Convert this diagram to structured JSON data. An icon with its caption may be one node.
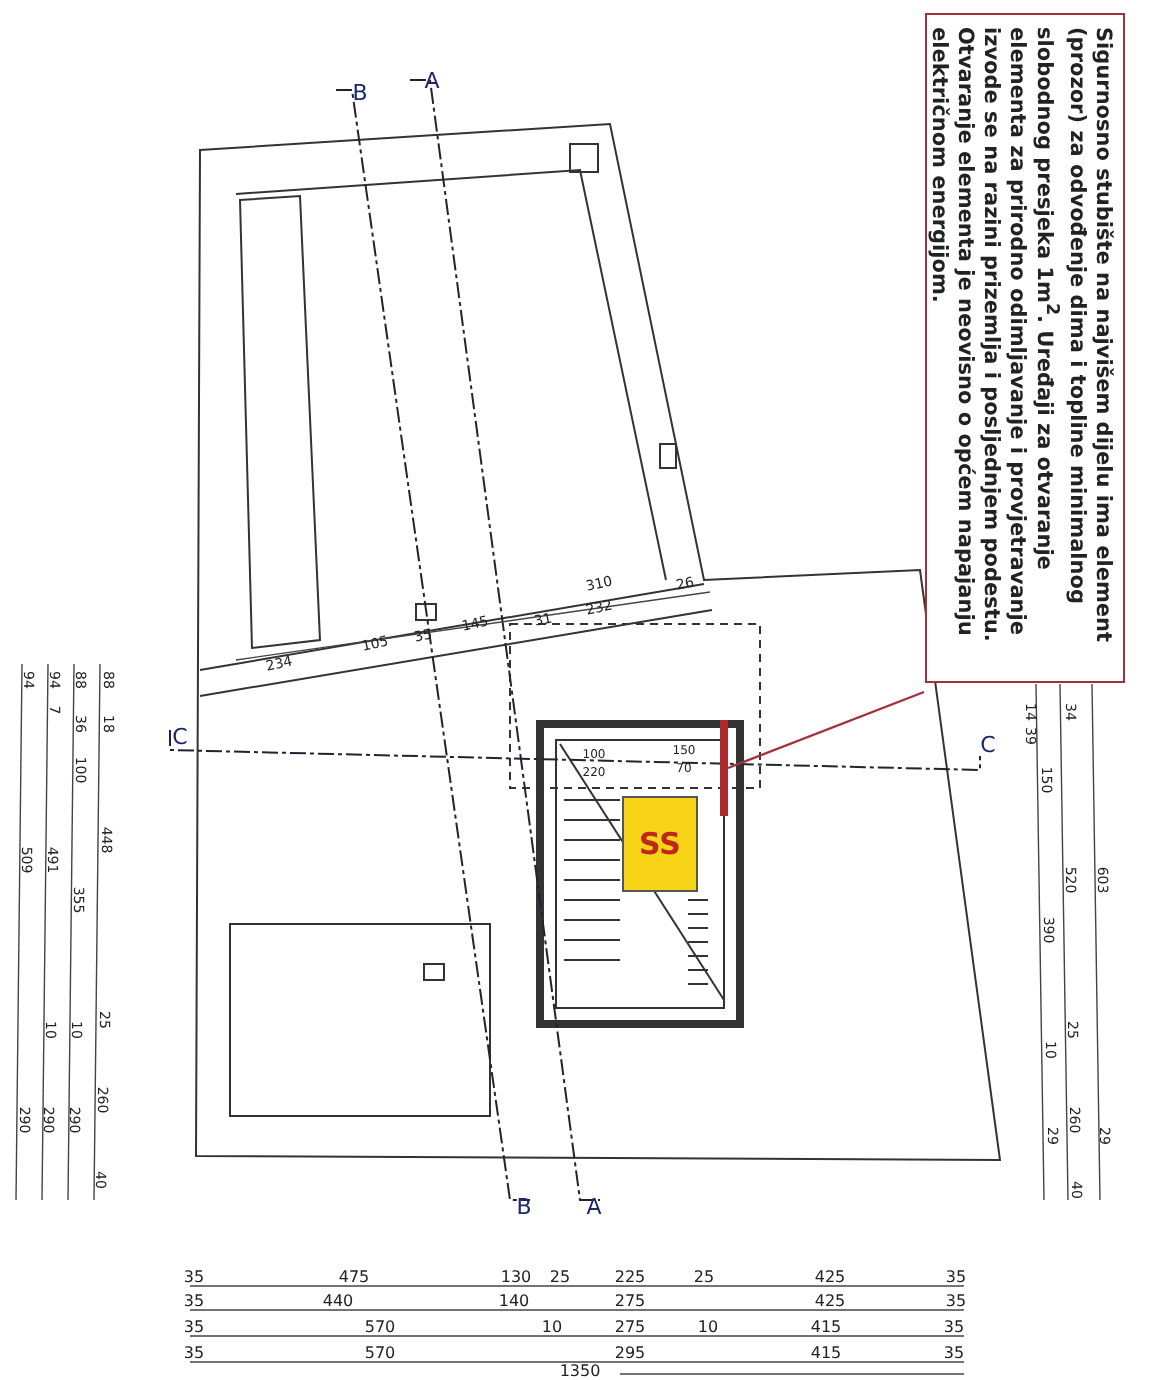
{
  "diagram": {
    "nodes": [
      {
        "text": [
          "Sigurnosno stubište na najvišem dijelu ima element (prozor) za odvođenje dima i topline minimalnog slobodnog presjeka 1m$^{2}$. Uređaji za otvaranje elementa za prirodno odimljavanje i provjetravanje izvode se na razini prizemlja i posljednjem podestu. Otvaranje elementa je neovisno o općem napajanju električnom energijom."
        ]
      },
      {
        "text": [
          "SS"
        ]
      },
      {
        "text": [],
        "shape": "bar"
      }
    ],
    "edges": [
      {
        "from": 0,
        "to": 2,
        "arrow": "none"
      }
    ],
    "labels": [
      "B",
      "A",
      "310",
      "232",
      "26",
      "234",
      "105",
      "35",
      "145",
      "31",
      "C",
      "100",
      "220",
      "150",
      "70",
      "C",
      "88",
      "18",
      "448",
      "25",
      "260",
      "40",
      "88",
      "36",
      "100",
      "355",
      "10",
      "290",
      "94",
      "7",
      "491",
      "10",
      "290",
      "94",
      "509",
      "290",
      "14",
      "39",
      "150",
      "390",
      "10",
      "29",
      "34",
      "520",
      "25",
      "260",
      "40",
      "603",
      "29",
      "B",
      "A",
      "35",
      "475",
      "130",
      "25",
      "225",
      "25",
      "425",
      "35",
      "35",
      "440",
      "140",
      "275",
      "425",
      "35",
      "35",
      "570",
      "10",
      "275",
      "10",
      "415",
      "35",
      "35",
      "570",
      "295",
      "415",
      "35",
      "1350"
    ]
  }
}
